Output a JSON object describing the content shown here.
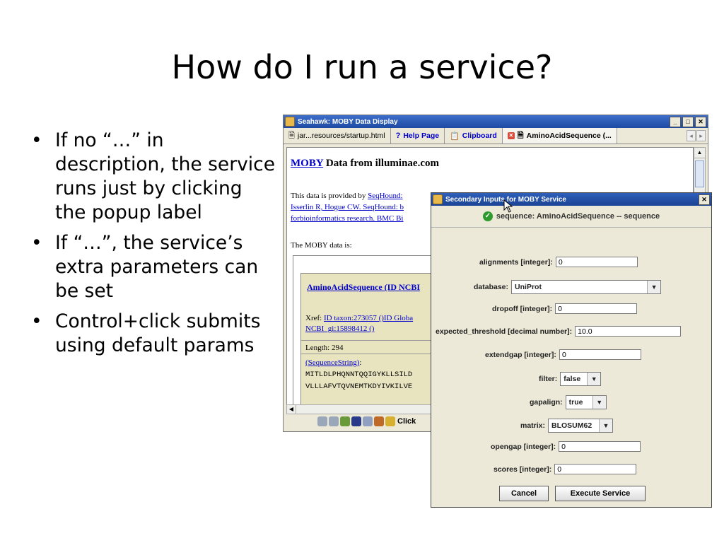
{
  "slide": {
    "title": "How do I run a service?",
    "bullets": [
      "If no “…” in description, the service runs just by clicking the popup label",
      "If “…”, the service’s extra parameters can be set",
      "Control+click submits using default params"
    ]
  },
  "main_window": {
    "title": "Seahawk: MOBY Data Display",
    "tabs": [
      {
        "label": "jar...resources/startup.html"
      },
      {
        "label": "Help Page"
      },
      {
        "label": "Clipboard"
      },
      {
        "label": "AminoAcidSequence (..."
      }
    ],
    "heading_link": "MOBY",
    "heading_rest": "Data from illuminae.com",
    "provided_prefix": "This data is provided by",
    "provided_link1": "SeqHound:",
    "provided_link2": "Isserlin R, Hogue CW. SeqHound: b",
    "provided_link3": "forbioinformatics research. BMC Bi",
    "moby_data_is": "The MOBY data is:",
    "aa_link": "AminoAcidSequence (ID NCBI",
    "xref_prefix": "Xref:",
    "xref_link1": "ID taxon:273057 ()ID Globa",
    "xref_link2": "NCBI_gi:15898412 ()",
    "length": "Length: 294",
    "seq_link": "(SequenceString)",
    "seq_colon": ":",
    "seq_line1": "MITLDLPHQNNTQQIGYKLLSILD",
    "seq_line2": "VLLLAFVTQVNEMTKDYIVKILVE",
    "bottom_text": "Click"
  },
  "dialog": {
    "title": "Secondary Inputs for MOBY Service",
    "status": "sequence: AminoAcidSequence -- sequence",
    "fields": {
      "alignments": {
        "label": "alignments [integer]:",
        "value": "0"
      },
      "database": {
        "label": "database:",
        "value": "UniProt"
      },
      "dropoff": {
        "label": "dropoff [integer]:",
        "value": "0"
      },
      "expected_threshold": {
        "label": "expected_threshold [decimal number]:",
        "value": "10.0"
      },
      "extendgap": {
        "label": "extendgap [integer]:",
        "value": "0"
      },
      "filter": {
        "label": "filter:",
        "value": "false"
      },
      "gapalign": {
        "label": "gapalign:",
        "value": "true"
      },
      "matrix": {
        "label": "matrix:",
        "value": "BLOSUM62"
      },
      "opengap": {
        "label": "opengap [integer]:",
        "value": "0"
      },
      "scores": {
        "label": "scores [integer]:",
        "value": "0"
      }
    },
    "cancel_label": "Cancel",
    "execute_label": "Execute Service"
  }
}
